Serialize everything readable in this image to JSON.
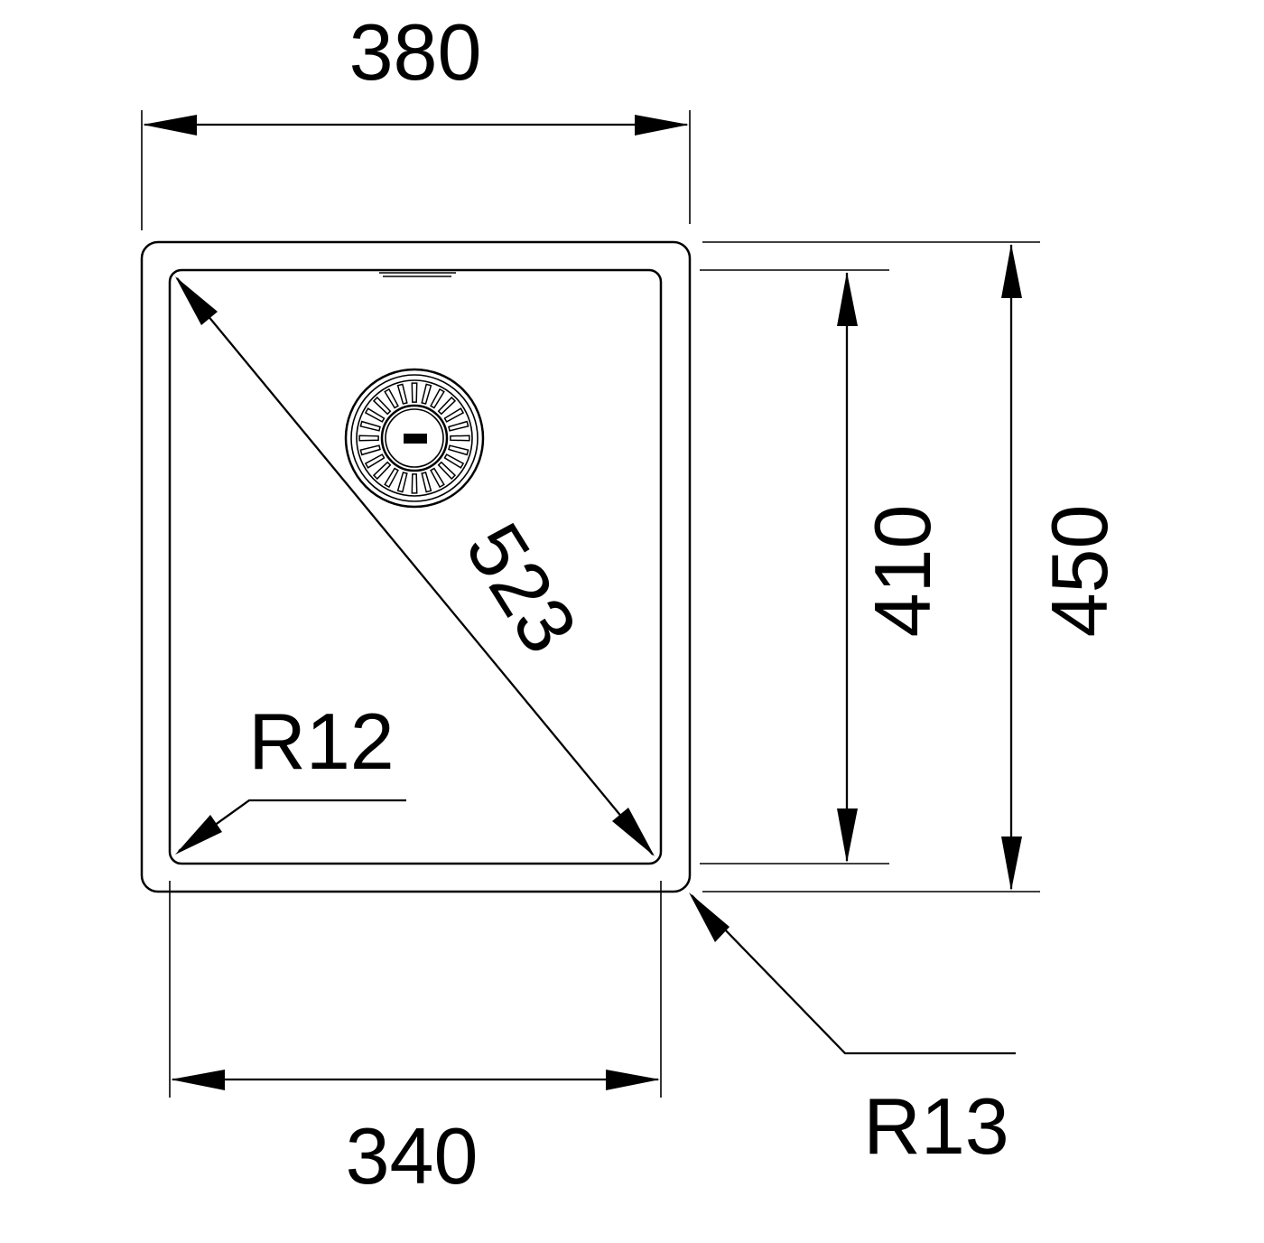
{
  "dimensions": {
    "top_width": "380",
    "bottom_width": "340",
    "inner_height": "410",
    "outer_height": "450",
    "diagonal": "523",
    "inner_radius": "R12",
    "outer_radius": "R13"
  },
  "colors": {
    "line": "#000000",
    "background": "#ffffff"
  },
  "icons": {
    "drain": "drain-strainer-icon"
  }
}
